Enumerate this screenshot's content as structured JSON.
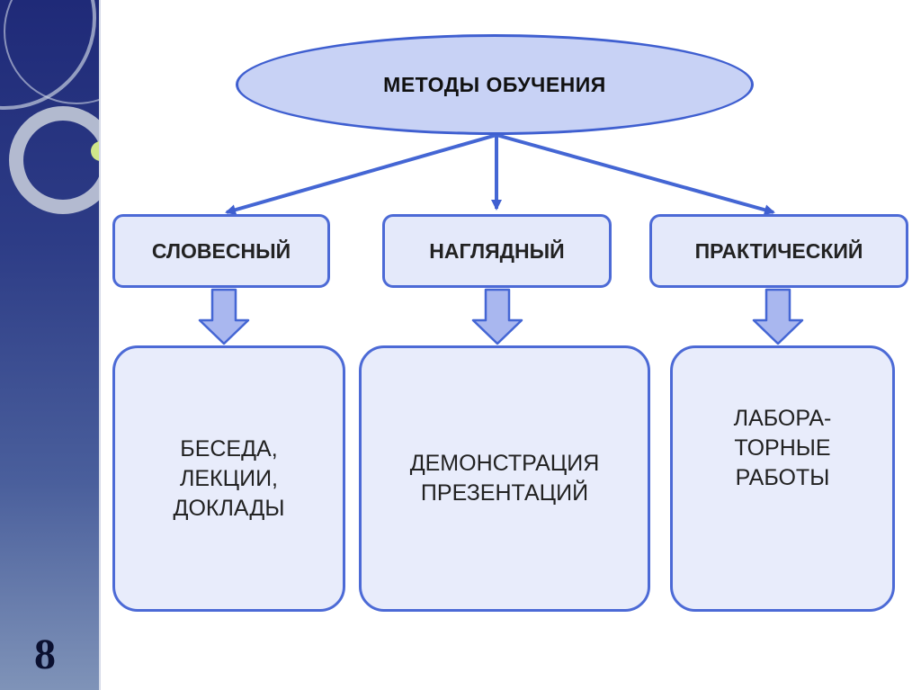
{
  "slide": {
    "number": "8"
  },
  "diagram": {
    "root": "МЕТОДЫ ОБУЧЕНИЯ",
    "categories": [
      {
        "label": "СЛОВЕСНЫЙ",
        "examples": "БЕСЕДА,\nЛЕКЦИИ,\nДОКЛАДЫ"
      },
      {
        "label": "НАГЛЯДНЫЙ",
        "examples": "ДЕМОНСТРАЦИЯ\nПРЕЗЕНТАЦИЙ"
      },
      {
        "label": "ПРАКТИЧЕСКИЙ",
        "examples": "ЛАБОРА-\nТОРНЫЕ\nРАБОТЫ"
      }
    ]
  },
  "colors": {
    "sidebar_top": "#1f2a78",
    "sidebar_bottom": "#7f93b8",
    "box_border": "#4c6ad6",
    "ellipse_fill": "#c8d2f5",
    "box_fill": "#e4e9fa",
    "arrow_fill": "#a9b7ef"
  }
}
